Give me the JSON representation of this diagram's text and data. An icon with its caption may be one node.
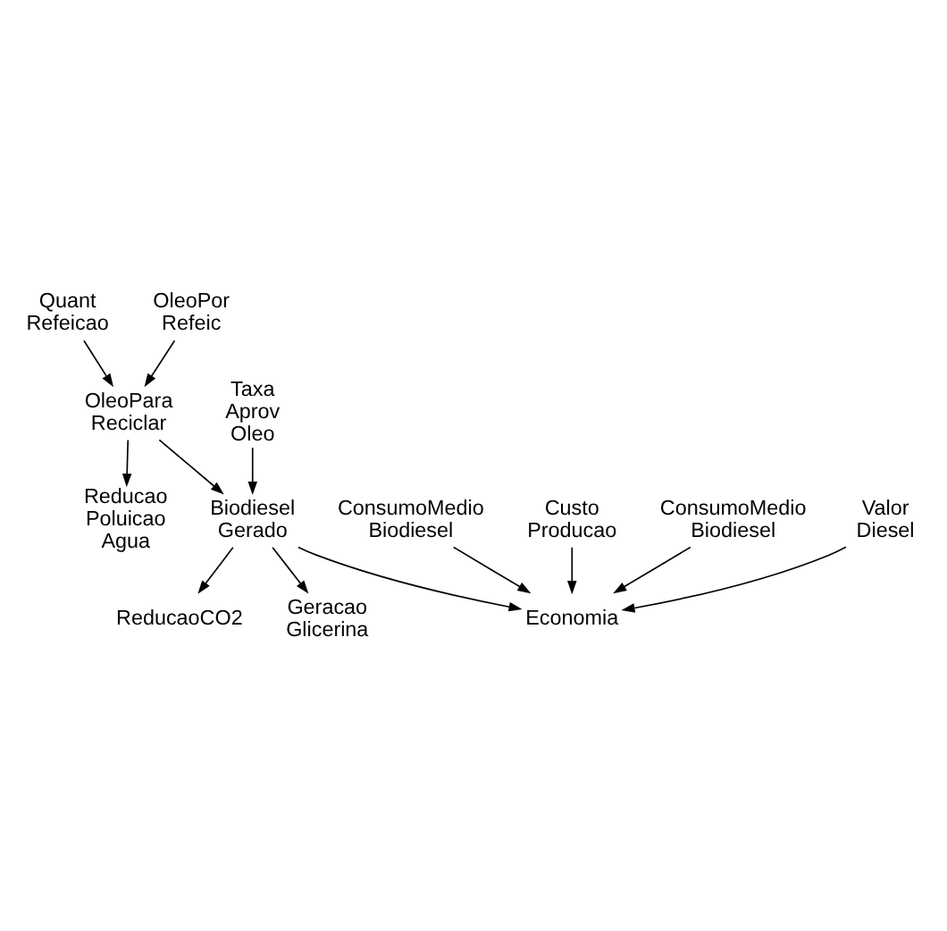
{
  "diagram": {
    "nodes": [
      {
        "text": [
          "Quant Refeicao"
        ]
      },
      {
        "text": [
          "OleoPor Refeic"
        ]
      },
      {
        "text": [
          "OleoPara Reciclar"
        ]
      },
      {
        "text": [
          "Reducao Poluicao Agua"
        ]
      },
      {
        "text": [
          "Taxa Aprov Oleo"
        ]
      },
      {
        "text": [
          "Biodiesel Gerado"
        ]
      },
      {
        "text": [
          "ReducaoCO2"
        ]
      },
      {
        "text": [
          "Geracao Glicerina"
        ]
      },
      {
        "text": [
          "ConsumoMedio Biodiesel"
        ]
      },
      {
        "text": [
          "Custo Producao"
        ]
      },
      {
        "text": [
          "Economia"
        ]
      },
      {
        "text": [
          "ConsumoMedio Biodiesel"
        ]
      },
      {
        "text": [
          "Valor Diesel"
        ]
      }
    ],
    "edges": [
      {
        "from": 0,
        "to": 2,
        "arrow": "to"
      },
      {
        "from": 1,
        "to": 2,
        "arrow": "to"
      },
      {
        "from": 2,
        "to": 3,
        "arrow": "to"
      },
      {
        "from": 2,
        "to": 5,
        "arrow": "to"
      },
      {
        "from": 4,
        "to": 5,
        "arrow": "to"
      },
      {
        "from": 5,
        "to": 6,
        "arrow": "to"
      },
      {
        "from": 5,
        "to": 7,
        "arrow": "to"
      },
      {
        "from": 5,
        "to": 10,
        "arrow": "to"
      },
      {
        "from": 8,
        "to": 10,
        "arrow": "to"
      },
      {
        "from": 9,
        "to": 10,
        "arrow": "to"
      },
      {
        "from": 11,
        "to": 10,
        "arrow": "to"
      },
      {
        "from": 12,
        "to": 10,
        "arrow": "to"
      }
    ]
  }
}
